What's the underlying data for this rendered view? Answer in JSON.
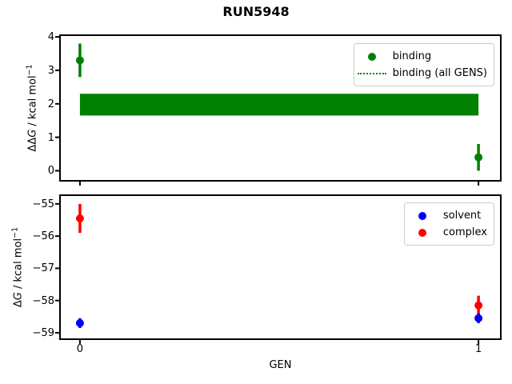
{
  "figure": {
    "title": "RUN5948",
    "xlabel": "GEN"
  },
  "palette": {
    "background": "#ffffff",
    "axes": "#000000",
    "text": "#000000",
    "legend_border": "#cccccc",
    "binding_green": "#008000",
    "solvent_blue": "#0000ff",
    "complex_red": "#ff0000"
  },
  "chart_data": [
    {
      "type": "scatter",
      "panel": "top",
      "ylabel_text": "ΔΔG / kcal mol−1",
      "ylabel": {
        "delta": "ΔΔ",
        "var": "G",
        "rest": " / kcal mol",
        "sup": "−1"
      },
      "x_values": [
        0,
        1
      ],
      "xlim": [
        -0.05,
        1.056
      ],
      "ylim": [
        -0.3,
        4.05
      ],
      "grid": false,
      "xticks": [
        {
          "v": 0,
          "label": "0"
        },
        {
          "v": 1,
          "label": "1"
        }
      ],
      "xtick_labels_visible": false,
      "yticks": [
        {
          "v": 0,
          "label": "0"
        },
        {
          "v": 1,
          "label": "1"
        },
        {
          "v": 2,
          "label": "2"
        },
        {
          "v": 3,
          "label": "3"
        },
        {
          "v": 4,
          "label": "4"
        }
      ],
      "series": [
        {
          "name": "binding (all GENS)",
          "style": "band",
          "color": "#008000",
          "x_span": [
            0,
            1
          ],
          "y_span": [
            1.65,
            2.3
          ]
        },
        {
          "name": "binding",
          "style": "points",
          "color": "#008000",
          "values": [
            3.3,
            0.4
          ],
          "errors": [
            0.5,
            0.4
          ]
        }
      ],
      "legend": {
        "position": "upper right",
        "items": [
          {
            "label": "binding",
            "handle": "circle",
            "color": "#008000"
          },
          {
            "label": "binding (all GENS)",
            "handle": "dotted-line",
            "color": "#008000"
          }
        ]
      }
    },
    {
      "type": "scatter",
      "panel": "bottom",
      "ylabel_text": "ΔG / kcal mol−1",
      "ylabel": {
        "delta": "Δ",
        "var": "G",
        "rest": " / kcal mol",
        "sup": "−1"
      },
      "x_values": [
        0,
        1
      ],
      "xlim": [
        -0.05,
        1.056
      ],
      "ylim": [
        -59.2,
        -54.73
      ],
      "grid": false,
      "xticks": [
        {
          "v": 0,
          "label": "0"
        },
        {
          "v": 1,
          "label": "1"
        }
      ],
      "xtick_labels_visible": true,
      "yticks": [
        {
          "v": -55,
          "label": "−55"
        },
        {
          "v": -56,
          "label": "−56"
        },
        {
          "v": -57,
          "label": "−57"
        },
        {
          "v": -58,
          "label": "−58"
        },
        {
          "v": -59,
          "label": "−59"
        }
      ],
      "series": [
        {
          "name": "complex",
          "style": "points",
          "color": "#ff0000",
          "values": [
            -55.45,
            -58.15
          ],
          "errors": [
            0.45,
            0.3
          ]
        },
        {
          "name": "solvent",
          "style": "points",
          "color": "#0000ff",
          "values": [
            -58.7,
            -58.55
          ],
          "errors": [
            0.15,
            0.15
          ]
        }
      ],
      "legend": {
        "position": "upper right",
        "items": [
          {
            "label": "solvent",
            "handle": "circle",
            "color": "#0000ff"
          },
          {
            "label": "complex",
            "handle": "circle",
            "color": "#ff0000"
          }
        ]
      }
    }
  ]
}
